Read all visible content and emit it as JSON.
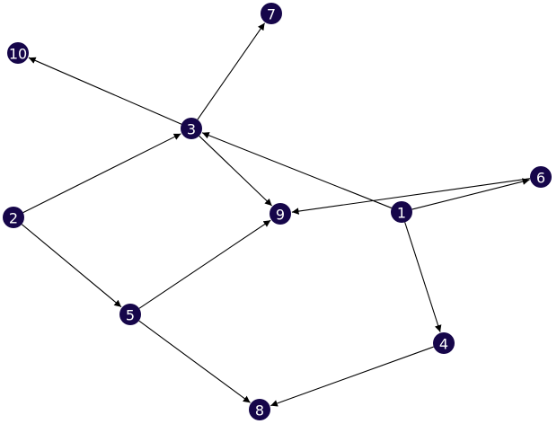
{
  "graph": {
    "directed": true,
    "node_color": "#16064a",
    "edge_color": "#000000",
    "label_color": "#ffffff",
    "nodes": [
      {
        "id": "1",
        "label": "1"
      },
      {
        "id": "2",
        "label": "2"
      },
      {
        "id": "3",
        "label": "3"
      },
      {
        "id": "4",
        "label": "4"
      },
      {
        "id": "5",
        "label": "5"
      },
      {
        "id": "6",
        "label": "6"
      },
      {
        "id": "7",
        "label": "7"
      },
      {
        "id": "8",
        "label": "8"
      },
      {
        "id": "9",
        "label": "9"
      },
      {
        "id": "10",
        "label": "10"
      }
    ],
    "edges": [
      {
        "source": "3",
        "target": "7"
      },
      {
        "source": "3",
        "target": "10"
      },
      {
        "source": "3",
        "target": "9"
      },
      {
        "source": "2",
        "target": "3"
      },
      {
        "source": "2",
        "target": "5"
      },
      {
        "source": "5",
        "target": "9"
      },
      {
        "source": "5",
        "target": "8"
      },
      {
        "source": "1",
        "target": "3"
      },
      {
        "source": "1",
        "target": "6"
      },
      {
        "source": "6",
        "target": "9"
      },
      {
        "source": "1",
        "target": "4"
      },
      {
        "source": "4",
        "target": "8"
      }
    ]
  }
}
